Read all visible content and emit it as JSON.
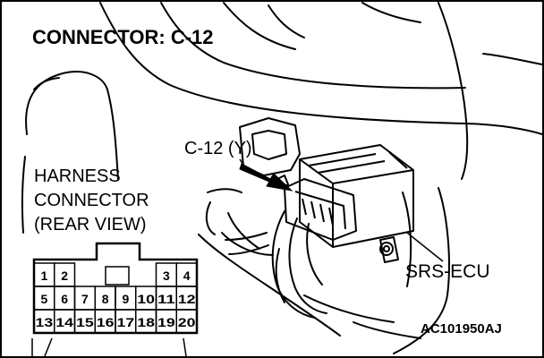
{
  "title": "CONNECTOR: C-12",
  "connector_label": "C-12 (Y)",
  "harness_label": [
    "HARNESS",
    "CONNECTOR",
    "(REAR VIEW)"
  ],
  "ecu_label": "SRS-ECU",
  "figure_code": "AC101950AJ",
  "pins": {
    "row1": [
      "1",
      "2",
      "3",
      "4"
    ],
    "row2": [
      "5",
      "6",
      "7",
      "8",
      "9",
      "10",
      "11",
      "12"
    ],
    "row3": [
      "13",
      "14",
      "15",
      "16",
      "17",
      "18",
      "19",
      "20"
    ]
  },
  "colors": {
    "ink": "#000000",
    "background": "#ffffff"
  }
}
